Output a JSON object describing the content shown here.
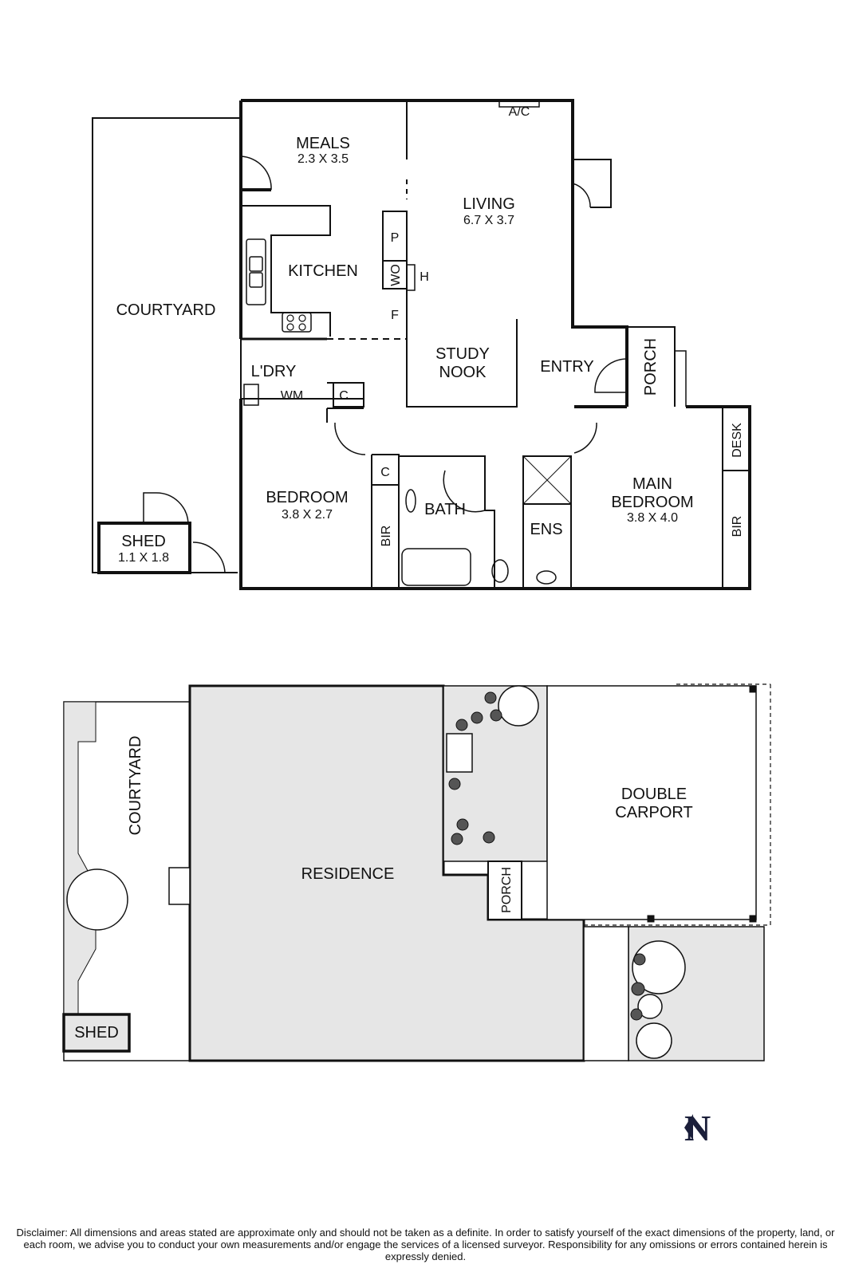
{
  "floor_plan": {
    "rooms": {
      "meals": {
        "name": "MEALS",
        "dims": "2.3 X 3.5"
      },
      "living": {
        "name": "LIVING",
        "dims": "6.7 X 3.7"
      },
      "kitchen": {
        "name": "KITCHEN"
      },
      "courtyard": {
        "name": "COURTYARD"
      },
      "laundry": {
        "name": "L'DRY"
      },
      "study": {
        "name1": "STUDY",
        "name2": "NOOK"
      },
      "entry": {
        "name": "ENTRY"
      },
      "porch": {
        "name": "PORCH"
      },
      "bedroom": {
        "name": "BEDROOM",
        "dims": "3.8 X 2.7"
      },
      "main_bedroom": {
        "name1": "MAIN",
        "name2": "BEDROOM",
        "dims": "3.8 X 4.0"
      },
      "bath": {
        "name": "BATH"
      },
      "ens": {
        "name": "ENS"
      },
      "shed": {
        "name": "SHED",
        "dims": "1.1 X 1.8"
      }
    },
    "fixtures": {
      "ac": "A/C",
      "pantry": "P",
      "wall_oven": "WO",
      "hotplate": "H",
      "fridge": "F",
      "washing_machine": "WM",
      "cupboard": "C",
      "bir": "BIR",
      "desk": "DESK"
    }
  },
  "site_plan": {
    "courtyard": "COURTYARD",
    "residence": "RESIDENCE",
    "porch": "PORCH",
    "carport1": "DOUBLE",
    "carport2": "CARPORT",
    "shed": "SHED"
  },
  "north_label": "N",
  "disclaimer": "Disclaimer: All dimensions and areas stated are approximate only and should not be taken as a definite. In order to satisfy yourself of the exact dimensions of the property, land, or each room, we advise you to conduct your own measurements and/or engage the services of a licensed surveyor. Responsibility for any omissions or errors contained herein is expressly denied."
}
